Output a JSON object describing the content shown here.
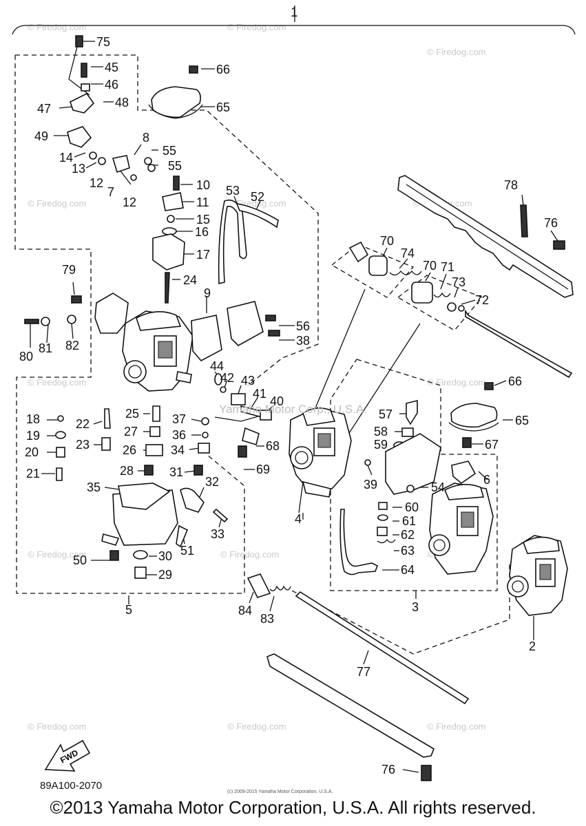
{
  "diagram": {
    "top_callout": "1",
    "group_callouts": [
      "2",
      "3",
      "4",
      "5"
    ],
    "part_callouts": [
      "75",
      "45",
      "46",
      "47",
      "48",
      "49",
      "14",
      "13",
      "12",
      "7",
      "12",
      "8",
      "55",
      "55",
      "10",
      "11",
      "15",
      "16",
      "17",
      "24",
      "66",
      "65",
      "53",
      "52",
      "9",
      "56",
      "38",
      "44",
      "42",
      "43",
      "41",
      "40",
      "79",
      "80",
      "81",
      "82",
      "18",
      "19",
      "20",
      "21",
      "22",
      "23",
      "25",
      "27",
      "26",
      "28",
      "37",
      "36",
      "34",
      "31",
      "32",
      "33",
      "35",
      "50",
      "30",
      "51",
      "29",
      "68",
      "69",
      "39",
      "54",
      "57",
      "58",
      "59",
      "60",
      "61",
      "62",
      "63",
      "64",
      "70",
      "74",
      "70",
      "71",
      "73",
      "72",
      "78",
      "76",
      "66",
      "65",
      "67",
      "6",
      "84",
      "83",
      "77",
      "76"
    ],
    "part_code": "89A100-2070",
    "small_copyright": "(c) 2009-2015 Yamaha Motor Corporation, U.S.A.",
    "fwd_label": "FWD"
  },
  "watermarks": {
    "site": "© Firedog.com",
    "brand": "Yamaha Motor Corp., U.S.A."
  },
  "footer": {
    "copyright": "©2013 Yamaha Motor Corporation, U.S.A. All rights reserved."
  }
}
